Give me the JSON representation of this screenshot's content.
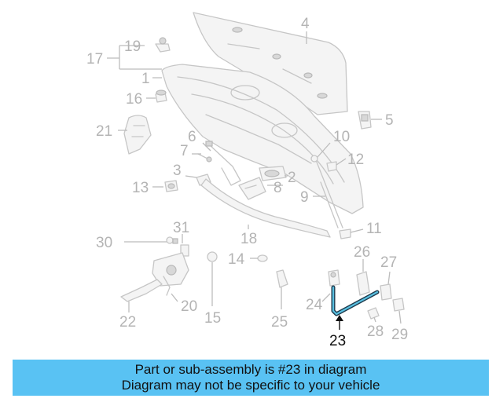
{
  "callouts": {
    "c1": "1",
    "c2": "2",
    "c3": "3",
    "c4": "4",
    "c5": "5",
    "c6": "6",
    "c7": "7",
    "c8": "8",
    "c9": "9",
    "c10": "10",
    "c11": "11",
    "c12": "12",
    "c13": "13",
    "c14": "14",
    "c15": "15",
    "c16": "16",
    "c17": "17",
    "c18": "18",
    "c19": "19",
    "c20": "20",
    "c21": "21",
    "c22": "22",
    "c23": "23",
    "c24": "24",
    "c25": "25",
    "c26": "26",
    "c27": "27",
    "c28": "28",
    "c29": "29",
    "c30": "30",
    "c31": "31"
  },
  "highlighted_part": "23",
  "banner": {
    "line1": "Part or sub-assembly is #23 in diagram",
    "line2": "Diagram may not be specific to your vehicle"
  },
  "colors": {
    "banner_bg": "#59c2f3",
    "part_outline": "#c6c6c6",
    "callout_text": "#b4b4b4",
    "highlight_stroke": "#1f3b4d",
    "highlight_fill": "#58bfe0"
  }
}
